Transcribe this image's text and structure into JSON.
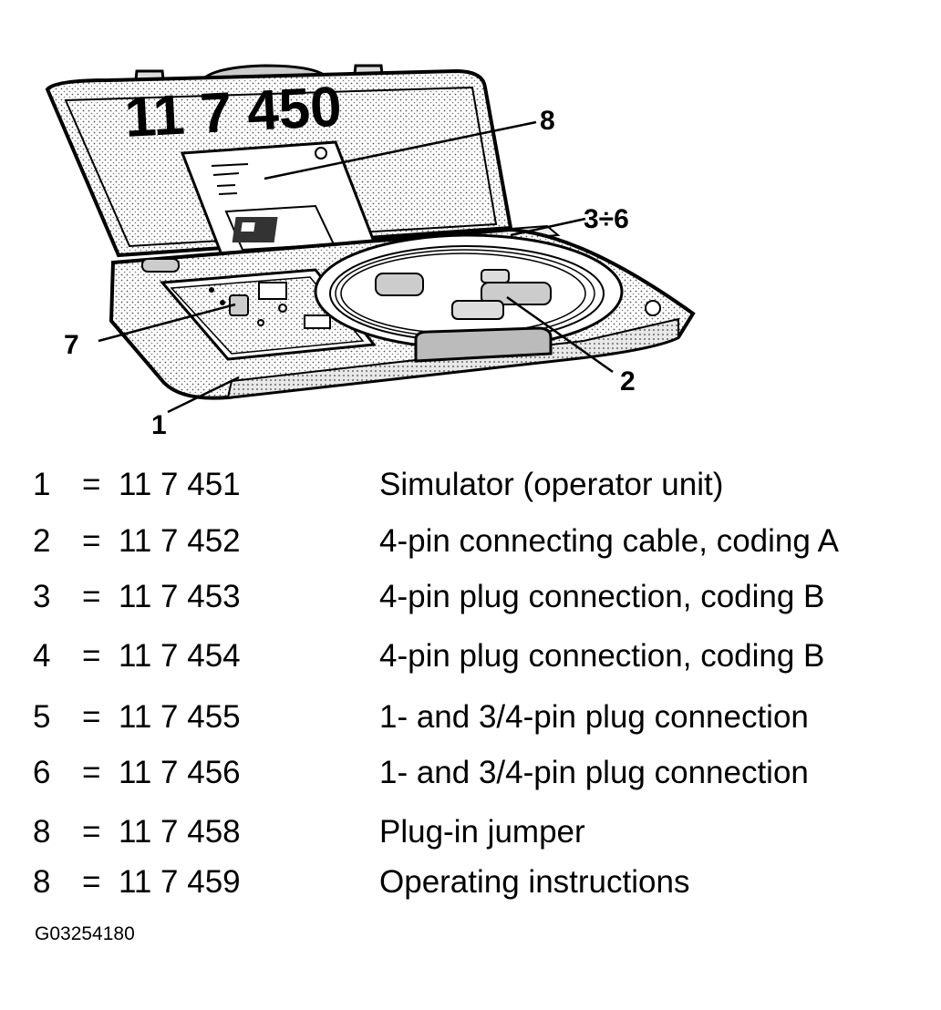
{
  "case_number": "11 7 450",
  "callouts": {
    "c1": "1",
    "c2": "2",
    "c3_6": "3÷6",
    "c7": "7",
    "c8": "8"
  },
  "legend": [
    {
      "num": "1",
      "eq": "=",
      "part": "11 7 451",
      "desc": "Simulator (operator unit)"
    },
    {
      "num": "2",
      "eq": "=",
      "part": "11 7 452",
      "desc": "4-pin connecting cable, coding A"
    },
    {
      "num": "3",
      "eq": "=",
      "part": "11 7 453",
      "desc": "4-pin plug connection, coding B"
    },
    {
      "num": "4",
      "eq": "=",
      "part": "11 7 454",
      "desc": "4-pin plug connection, coding B"
    },
    {
      "num": "5",
      "eq": "=",
      "part": "11 7 455",
      "desc": "1- and 3/4-pin plug connection"
    },
    {
      "num": "6",
      "eq": "=",
      "part": "11 7 456",
      "desc": "1- and 3/4-pin plug connection"
    },
    {
      "num": "8",
      "eq": "=",
      "part": "11 7 458",
      "desc": "Plug-in jumper"
    },
    {
      "num": "8",
      "eq": "=",
      "part": "11 7 459",
      "desc": "Operating instructions"
    }
  ],
  "figure_code": "G03254180"
}
